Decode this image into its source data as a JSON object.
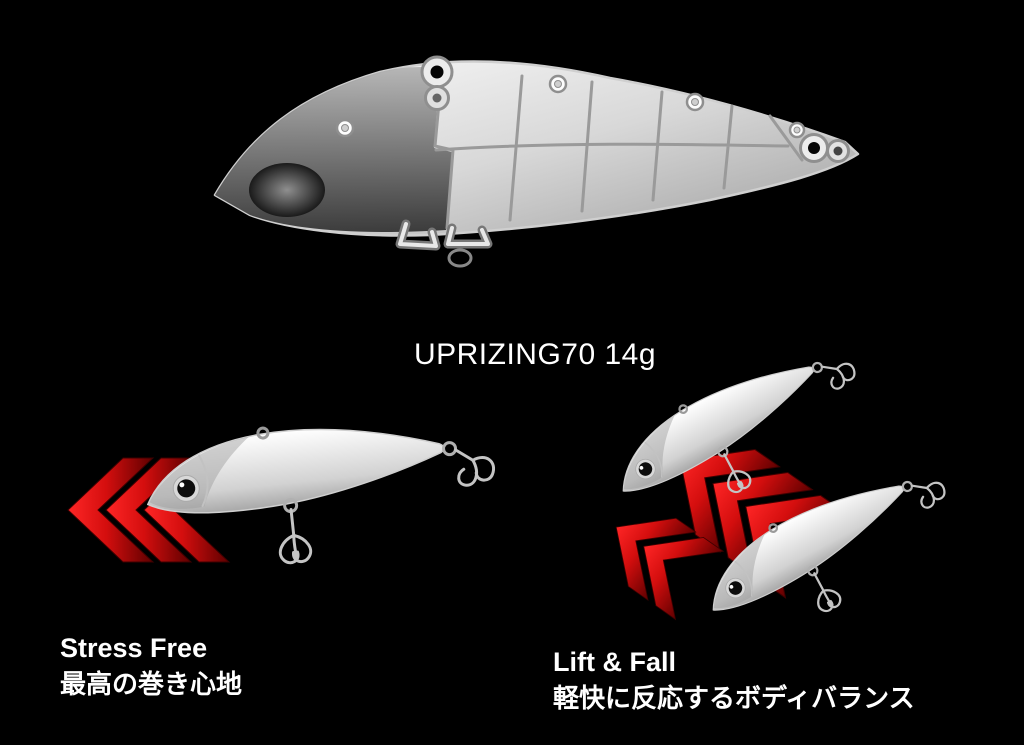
{
  "title": "UPRIZING70 14g",
  "features": [
    {
      "heading": "Stress Free",
      "subheading": "最高の巻き心地",
      "illustration": "lure-swimming-with-motion-chevrons"
    },
    {
      "heading": "Lift & Fall",
      "subheading": "軽快に反応するボディバランス",
      "illustration": "two-lures-falling-with-motion-chevrons"
    }
  ],
  "diagram": {
    "illustration": "lure-internal-cutaway-diagram"
  },
  "colors": {
    "background": "#000000",
    "text": "#ffffff",
    "chevron_red_bright": "#ff2626",
    "chevron_red_dark": "#5e0000",
    "lure_body_light": "#ffffff",
    "lure_body_shade": "#a8a8a8",
    "diagram_outline": "#cfcfcf"
  }
}
